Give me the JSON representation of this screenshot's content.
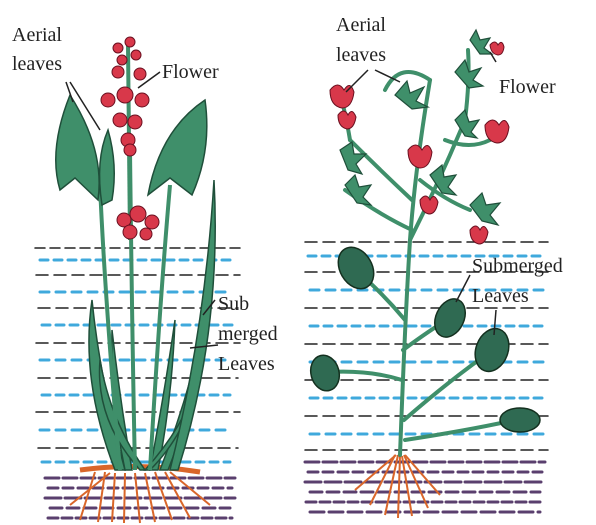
{
  "left_plant": {
    "label_aerial_line1": "Aerial",
    "label_aerial_line2": "leaves",
    "label_flower": "Flower",
    "label_submerged_line1": "Sub",
    "label_submerged_line2": "merged",
    "label_submerged_line3": "Leaves"
  },
  "right_plant": {
    "label_aerial_line1": "Aerial",
    "label_aerial_line2": "leaves",
    "label_flower": "Flower",
    "label_submerged_line1": "Submerged",
    "label_submerged_line2": "Leaves"
  },
  "colors": {
    "water": "#3fa9dc",
    "leaf": "#3f8f6a",
    "leaf_dark": "#1f4f3a",
    "flower": "#d8384a",
    "root": "#d9662a",
    "mud": "#5a3f6e",
    "line": "#222222"
  }
}
